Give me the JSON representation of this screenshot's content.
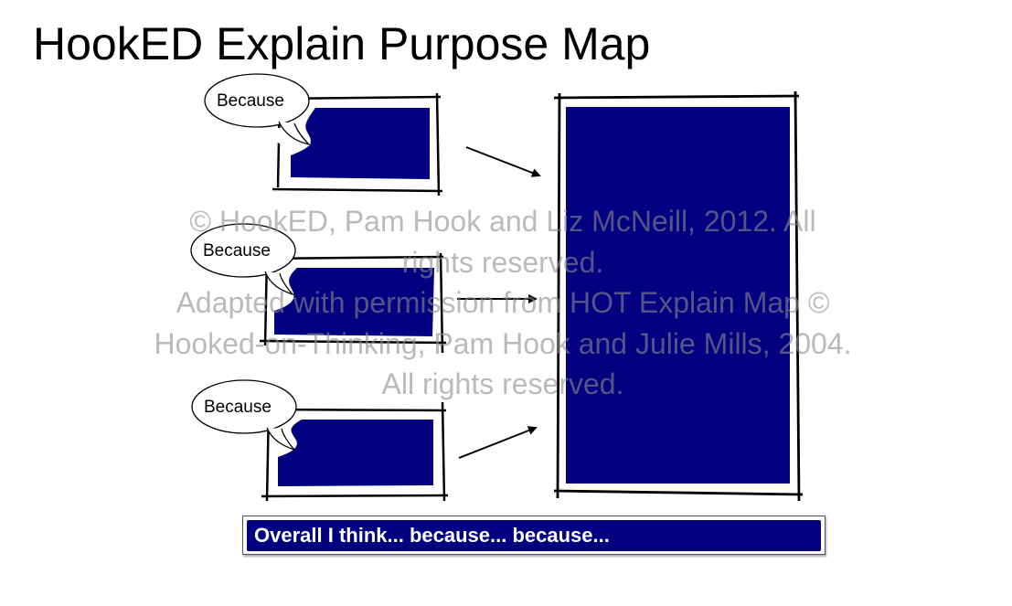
{
  "title": "HookED Explain Purpose Map",
  "colors": {
    "box_fill": "#000080",
    "frame": "#000000",
    "watermark": "#a6a6a6",
    "summary_text": "#ffffff"
  },
  "reason_boxes": [
    {
      "bubble_label": "Because",
      "content": ""
    },
    {
      "bubble_label": "Because",
      "content": ""
    },
    {
      "bubble_label": "Because",
      "content": ""
    }
  ],
  "main_box": {
    "content": ""
  },
  "summary": {
    "text": "Overall I think... because... because..."
  },
  "watermark": {
    "lines": [
      "© HookED, Pam Hook and Liz McNeill, 2012.  All",
      "rights reserved.",
      "Adapted with permission from HOT Explain Map ©",
      "Hooked-on-Thinking, Pam Hook and Julie Mills, 2004.",
      "All rights reserved."
    ]
  }
}
